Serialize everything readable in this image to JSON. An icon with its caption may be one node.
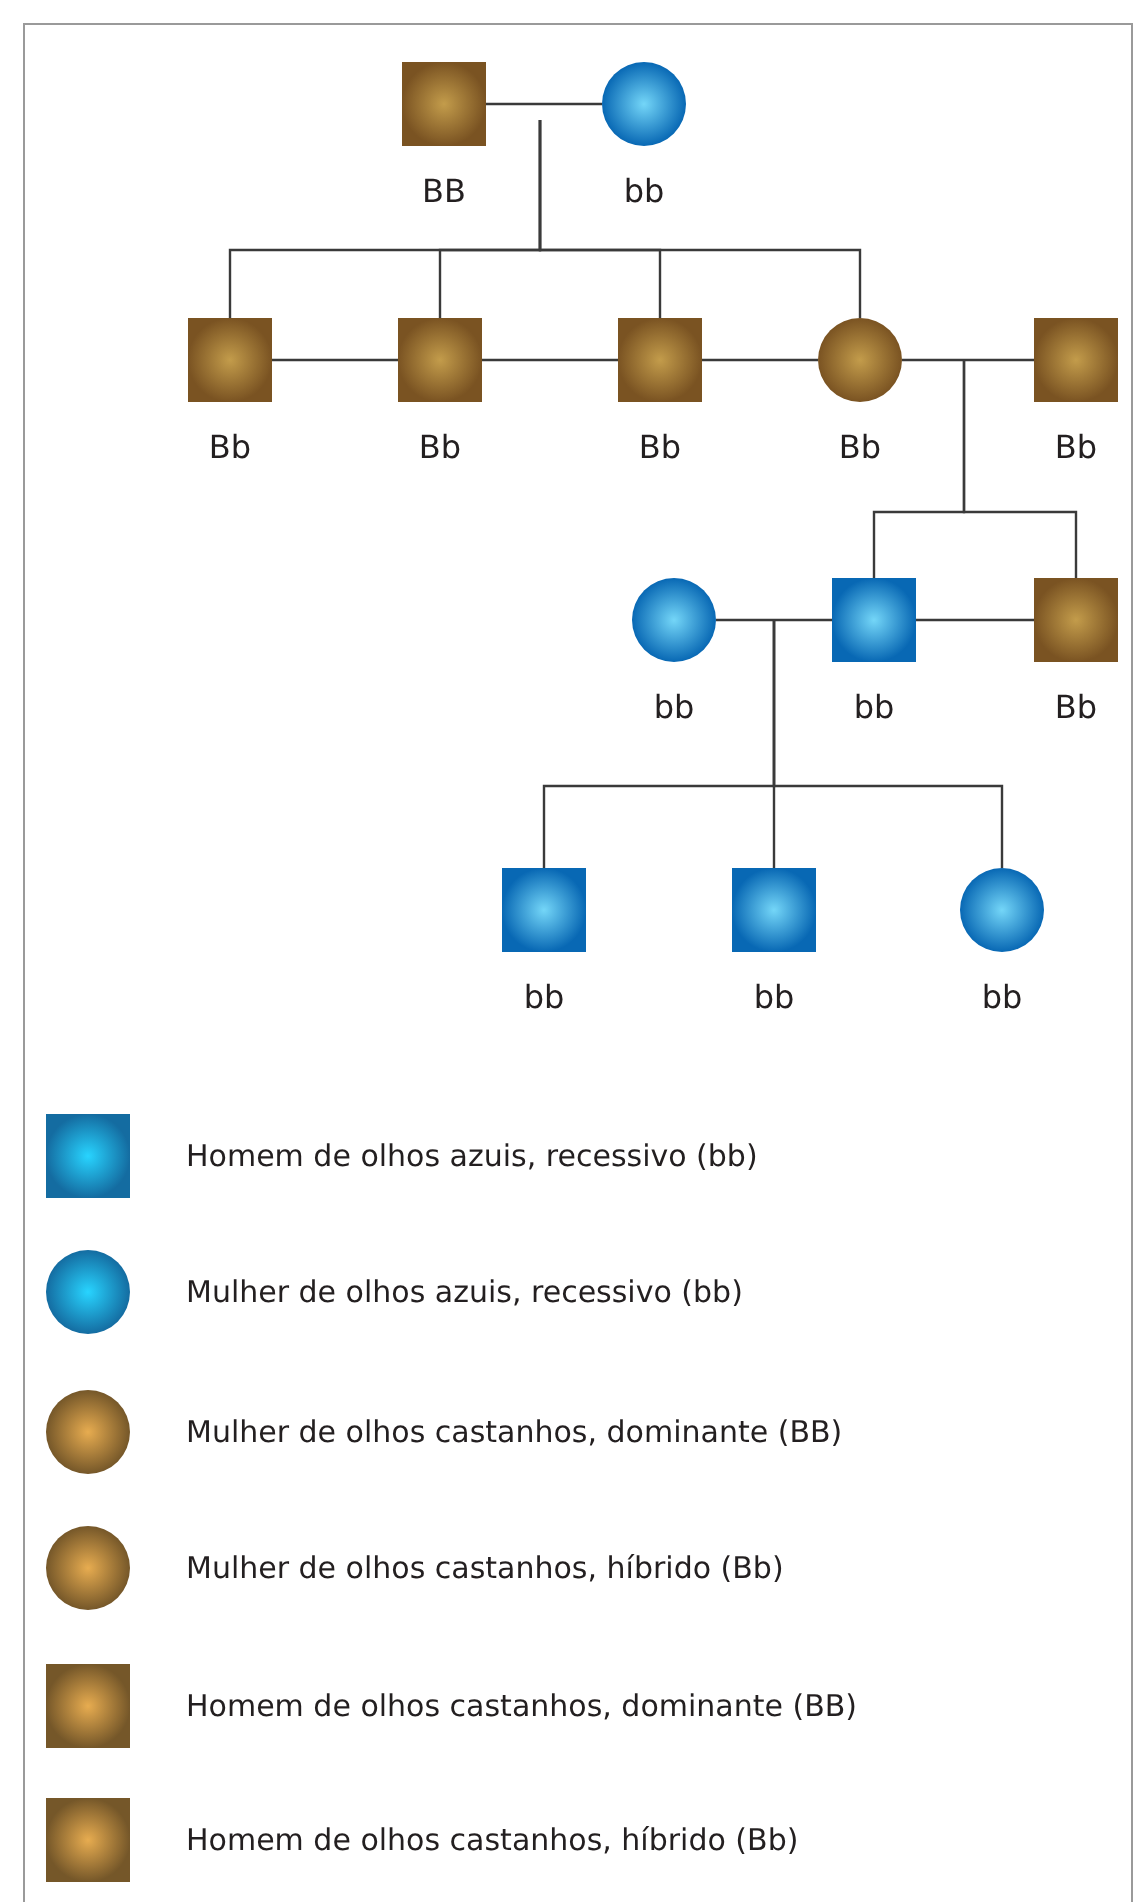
{
  "diagram": {
    "nodes": [
      {
        "text": [
          "BB"
        ]
      },
      {
        "text": [
          "bb"
        ]
      },
      {
        "text": [
          "Bb"
        ]
      },
      {
        "text": [
          "Bb"
        ]
      },
      {
        "text": [
          "Bb"
        ]
      },
      {
        "text": [
          "Bb"
        ]
      },
      {
        "text": [
          "Bb"
        ]
      },
      {
        "text": [
          "bb"
        ]
      },
      {
        "text": [
          "bb"
        ]
      },
      {
        "text": [
          "Bb"
        ]
      },
      {
        "text": [
          "bb"
        ]
      },
      {
        "text": [
          "bb"
        ]
      },
      {
        "text": [
          "bb"
        ]
      }
    ],
    "edges": [
      {
        "from": 0,
        "to": 1,
        "arrow": "none"
      },
      {
        "from": null,
        "to": 2,
        "arrow": "none"
      },
      {
        "from": null,
        "to": 3,
        "arrow": "none"
      },
      {
        "from": null,
        "to": 4,
        "arrow": "none"
      },
      {
        "from": null,
        "to": 5,
        "arrow": "none"
      },
      {
        "from": 2,
        "to": 3,
        "arrow": "none"
      },
      {
        "from": 3,
        "to": 4,
        "arrow": "none"
      },
      {
        "from": 4,
        "to": 5,
        "arrow": "none"
      },
      {
        "from": 5,
        "to": 6,
        "arrow": "none"
      },
      {
        "from": null,
        "to": 8,
        "arrow": "none"
      },
      {
        "from": null,
        "to": 9,
        "arrow": "none"
      },
      {
        "from": 7,
        "to": 8,
        "arrow": "none"
      },
      {
        "from": 8,
        "to": 9,
        "arrow": "none"
      },
      {
        "from": null,
        "to": 10,
        "arrow": "none"
      },
      {
        "from": null,
        "to": 11,
        "arrow": "none"
      },
      {
        "from": null,
        "to": 12,
        "arrow": "none"
      }
    ],
    "legend": [
      {
        "text": "Homem de olhos azuis, recessivo (bb)",
        "color": "#1b8fd6"
      },
      {
        "text": "Mulher de olhos azuis, recessivo (bb)",
        "color": "#1b8fd6"
      },
      {
        "text": "Mulher de olhos castanhos, dominante (BB)",
        "color": "#9c7436"
      },
      {
        "text": "Mulher de olhos castanhos, híbrido (Bb)",
        "color": "#9c7436"
      },
      {
        "text": "Homem de olhos castanhos, dominante (BB)",
        "color": "#9c7436"
      },
      {
        "text": "Homem de olhos castanhos, híbrido (Bb)",
        "color": "#9c7436"
      }
    ]
  }
}
